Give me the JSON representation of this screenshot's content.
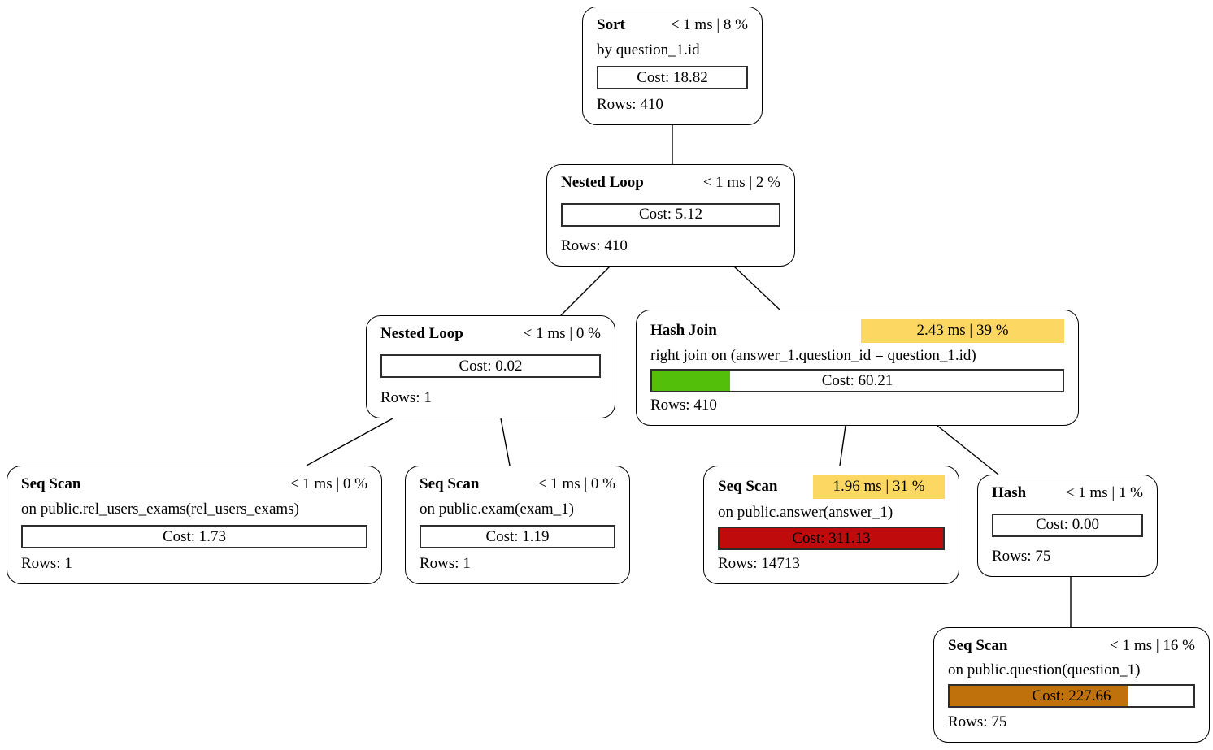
{
  "diagram": {
    "type": "query-plan-tree",
    "colors": {
      "highlight_yellow": "#FCD862",
      "cost_green": "#53BF0B",
      "cost_red": "#BF0B0B",
      "cost_orange": "#BF720C"
    },
    "edges": [
      [
        "sort",
        "nested-loop-1"
      ],
      [
        "nested-loop-1",
        "nested-loop-2"
      ],
      [
        "nested-loop-1",
        "hash-join"
      ],
      [
        "nested-loop-2",
        "seq-scan-rel-users-exams"
      ],
      [
        "nested-loop-2",
        "seq-scan-exam"
      ],
      [
        "hash-join",
        "seq-scan-answer"
      ],
      [
        "hash-join",
        "hash"
      ],
      [
        "hash",
        "seq-scan-question"
      ]
    ]
  },
  "nodes": [
    {
      "id": "sort",
      "title": "Sort",
      "time": "< 1 ms | 8 %",
      "time_highlighted": false,
      "detail": "by question_1.id",
      "cost": "Cost: 18.82",
      "cost_fill_percent": 0,
      "cost_fill_color": null,
      "rows": "Rows: 410"
    },
    {
      "id": "nested-loop-1",
      "title": "Nested Loop",
      "time": "< 1 ms | 2 %",
      "time_highlighted": false,
      "detail": null,
      "cost": "Cost: 5.12",
      "cost_fill_percent": 0,
      "cost_fill_color": null,
      "rows": "Rows: 410"
    },
    {
      "id": "nested-loop-2",
      "title": "Nested Loop",
      "time": "< 1 ms | 0 %",
      "time_highlighted": false,
      "detail": null,
      "cost": "Cost: 0.02",
      "cost_fill_percent": 0,
      "cost_fill_color": null,
      "rows": "Rows: 1"
    },
    {
      "id": "hash-join",
      "title": "Hash Join",
      "time": "2.43 ms | 39 %",
      "time_highlighted": true,
      "detail": "right join on (answer_1.question_id = question_1.id)",
      "cost": "Cost: 60.21",
      "cost_fill_percent": 19,
      "cost_fill_color": "#53BF0B",
      "rows": "Rows: 410"
    },
    {
      "id": "seq-scan-rel-users-exams",
      "title": "Seq Scan",
      "time": "< 1 ms | 0 %",
      "time_highlighted": false,
      "detail": "on public.rel_users_exams(rel_users_exams)",
      "cost": "Cost: 1.73",
      "cost_fill_percent": 0,
      "cost_fill_color": null,
      "rows": "Rows: 1"
    },
    {
      "id": "seq-scan-exam",
      "title": "Seq Scan",
      "time": "< 1 ms | 0 %",
      "time_highlighted": false,
      "detail": "on public.exam(exam_1)",
      "cost": "Cost: 1.19",
      "cost_fill_percent": 0,
      "cost_fill_color": null,
      "rows": "Rows: 1"
    },
    {
      "id": "seq-scan-answer",
      "title": "Seq Scan",
      "time": "1.96 ms | 31 %",
      "time_highlighted": true,
      "detail": "on public.answer(answer_1)",
      "cost": "Cost: 311.13",
      "cost_fill_percent": 100,
      "cost_fill_color": "#BF0B0B",
      "rows": "Rows: 14713"
    },
    {
      "id": "hash",
      "title": "Hash",
      "time": "< 1 ms | 1 %",
      "time_highlighted": false,
      "detail": null,
      "cost": "Cost: 0.00",
      "cost_fill_percent": 0,
      "cost_fill_color": null,
      "rows": "Rows: 75"
    },
    {
      "id": "seq-scan-question",
      "title": "Seq Scan",
      "time": "< 1 ms | 16 %",
      "time_highlighted": false,
      "detail": "on public.question(question_1)",
      "cost": "Cost: 227.66",
      "cost_fill_percent": 73,
      "cost_fill_color": "#BF720C",
      "rows": "Rows: 75"
    }
  ]
}
